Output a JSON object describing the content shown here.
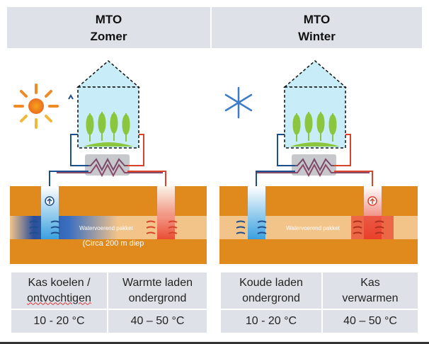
{
  "summer": {
    "title": "MTO",
    "season": "Zomer",
    "aquifer_label": "Watervoerend pakket",
    "depth_label": "(Circa 200 m diep",
    "table": {
      "col1": {
        "line1": "Kas koelen /",
        "line2": "ontvochtigen",
        "temp": "10 - 20 °C"
      },
      "col2": {
        "line1": "Warmte laden",
        "line2": "ondergrond",
        "temp": "40 – 50 °C"
      }
    }
  },
  "winter": {
    "title": "MTO",
    "season": "Winter",
    "aquifer_label": "Watervoerend pakket",
    "table": {
      "col1": {
        "line1": "Koude laden",
        "line2": "ondergrond",
        "temp": "10 - 20 °C"
      },
      "col2": {
        "line1": "Kas",
        "line2": "verwarmen",
        "temp": "40 – 50 °C"
      }
    }
  },
  "icons": {
    "summer": "sun-icon",
    "winter": "snowflake-icon"
  },
  "colors": {
    "ground": "#e08a1e",
    "aquifer": "#f3c48a",
    "cold": "#1e4f8c",
    "warm": "#d8432c",
    "greenhouse": "#c8ecf8",
    "plant": "#8cc63f",
    "header": "#dee2e8"
  }
}
